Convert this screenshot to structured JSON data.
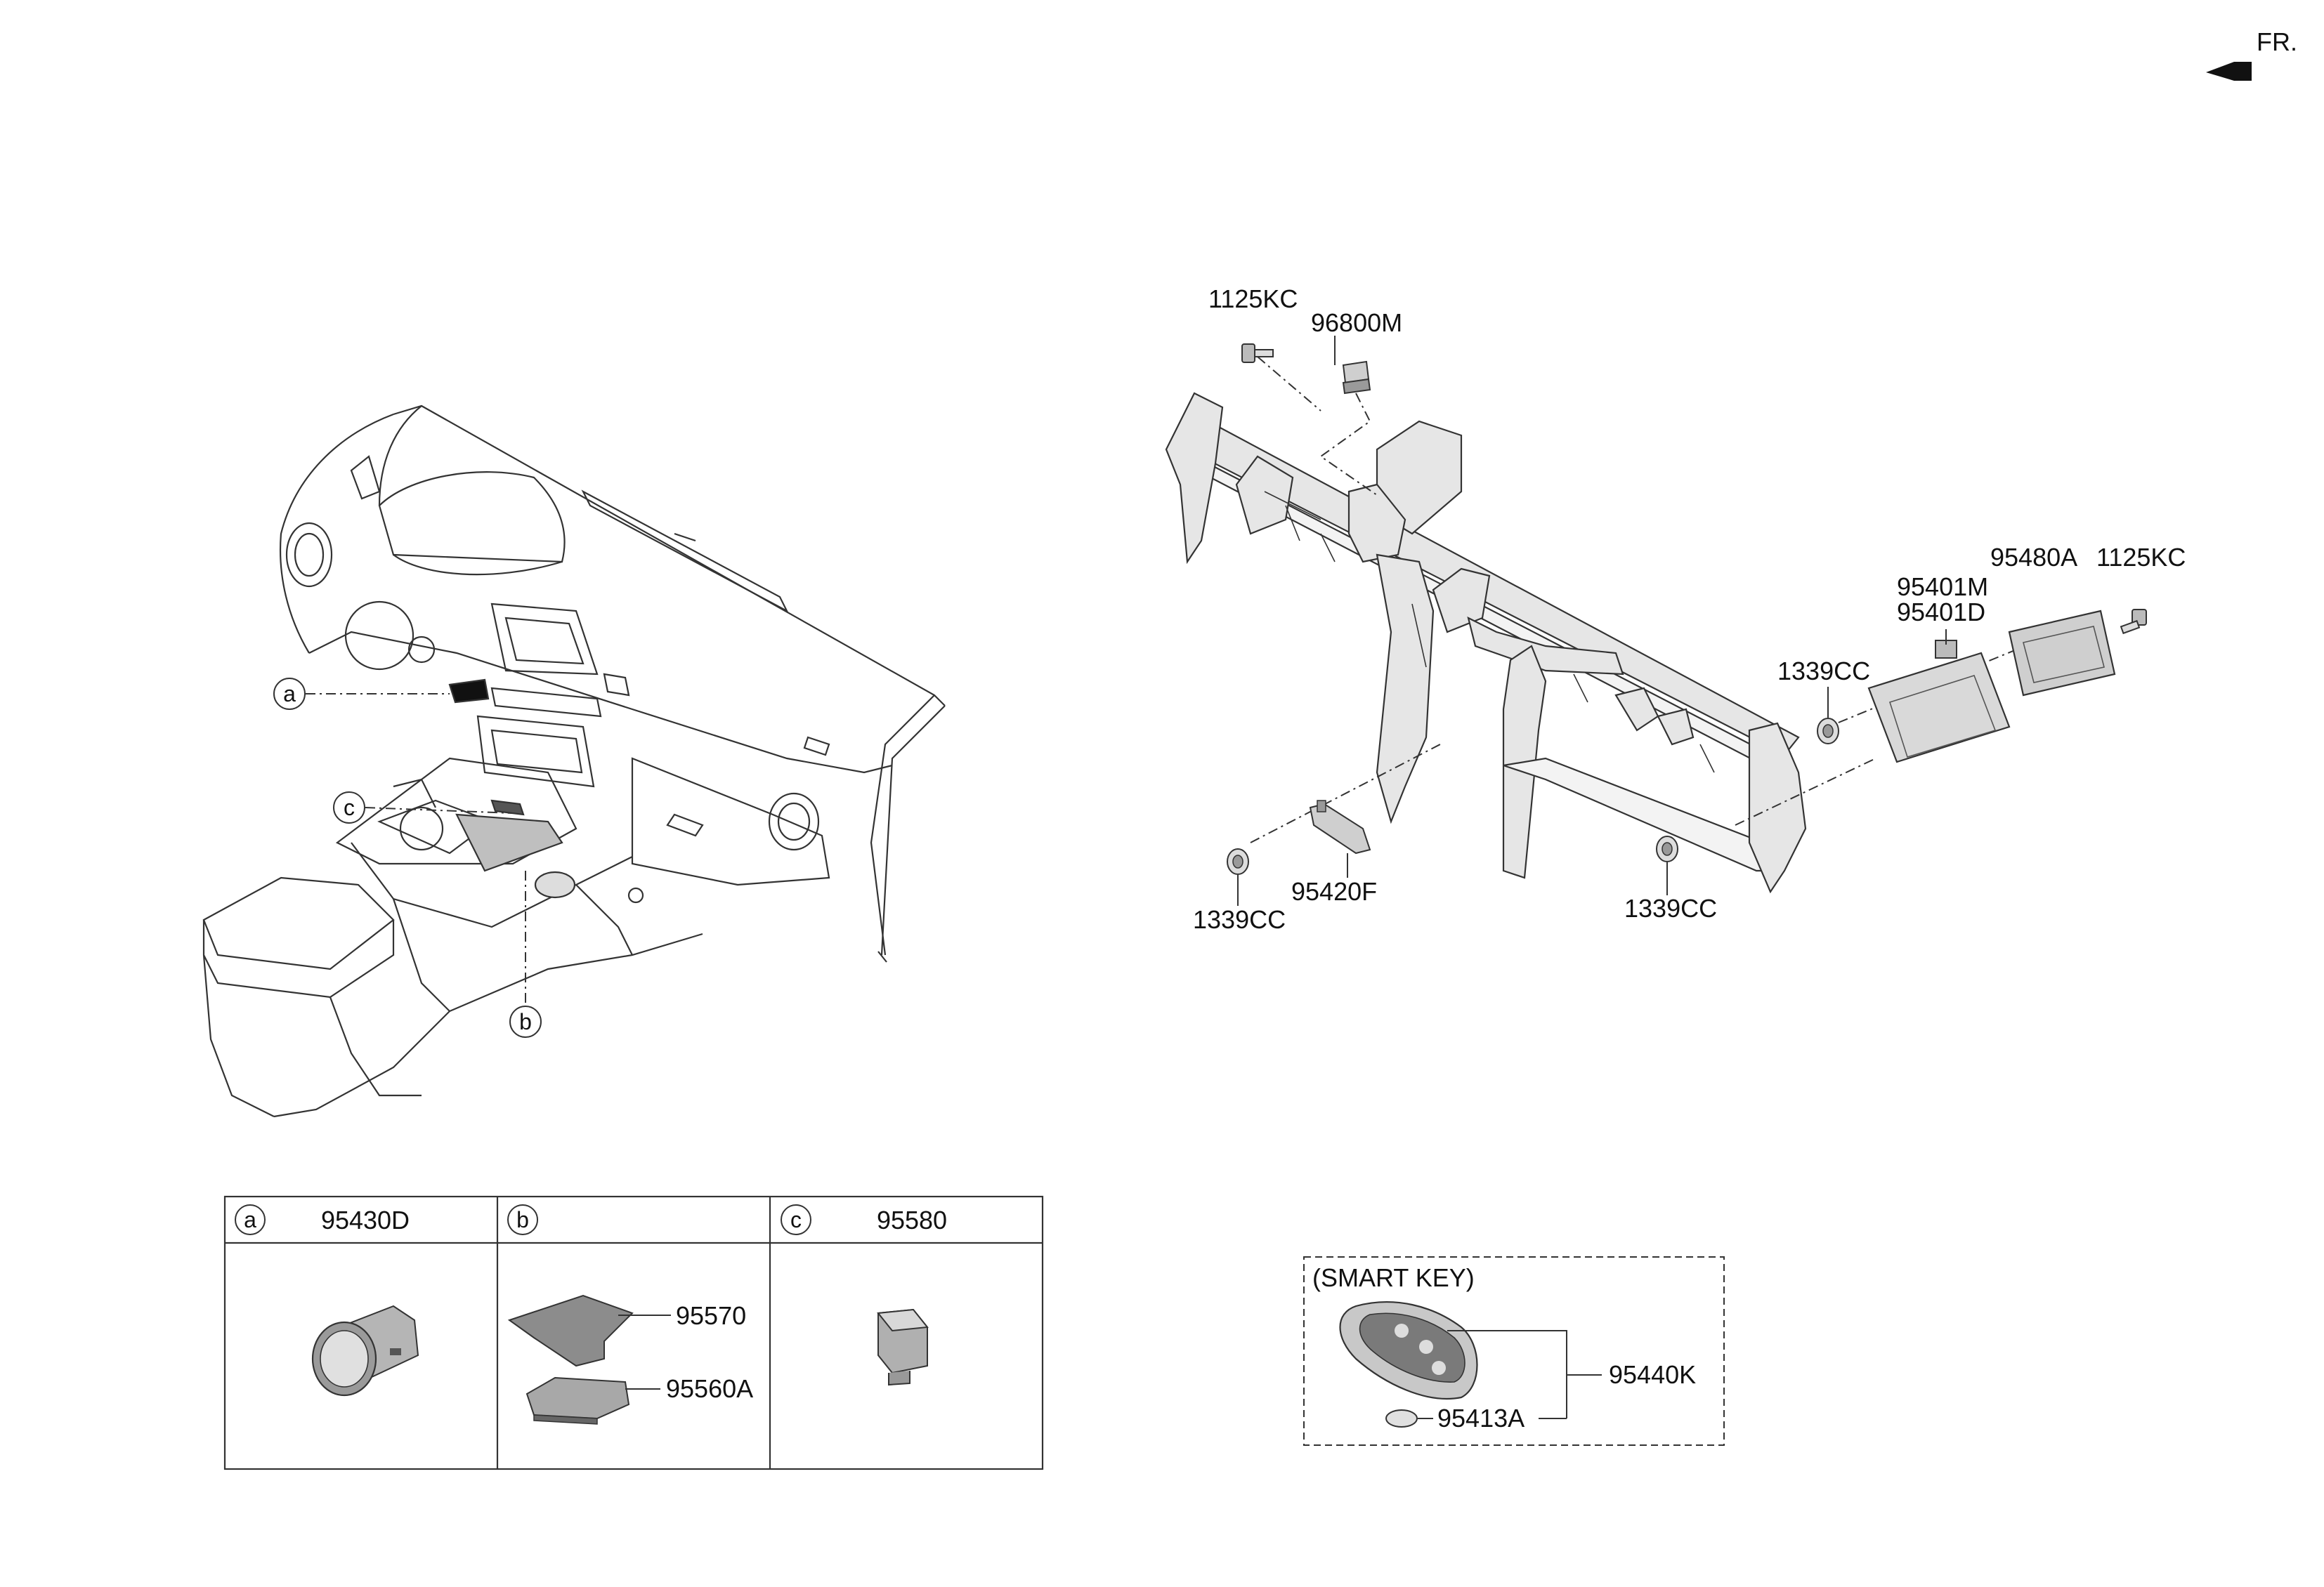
{
  "direction": {
    "label": "FR."
  },
  "callouts": {
    "a": "a",
    "b": "b",
    "c": "c"
  },
  "parts": {
    "bolt_top": "1125KC",
    "module_top": "96800M",
    "ecu_a": "95401M",
    "ecu_b": "95401D",
    "module_right": "95480A",
    "bolt_right": "1125KC",
    "nut_right": "1339CC",
    "nut_left": "1339CC",
    "antenna": "95420F",
    "nut_center": "1339CC"
  },
  "table": {
    "cells": [
      {
        "letter": "a",
        "part": "95430D"
      },
      {
        "letter": "b",
        "part": ""
      },
      {
        "letter": "c",
        "part": "95580"
      }
    ],
    "b_items": [
      "95570",
      "95560A"
    ]
  },
  "smart_key": {
    "title": "(SMART KEY)",
    "assembly": "95440K",
    "battery": "95413A"
  },
  "colors": {
    "line": "#333333",
    "part_fill": "#d9d9d9",
    "part_dark": "#8a8a8a"
  }
}
